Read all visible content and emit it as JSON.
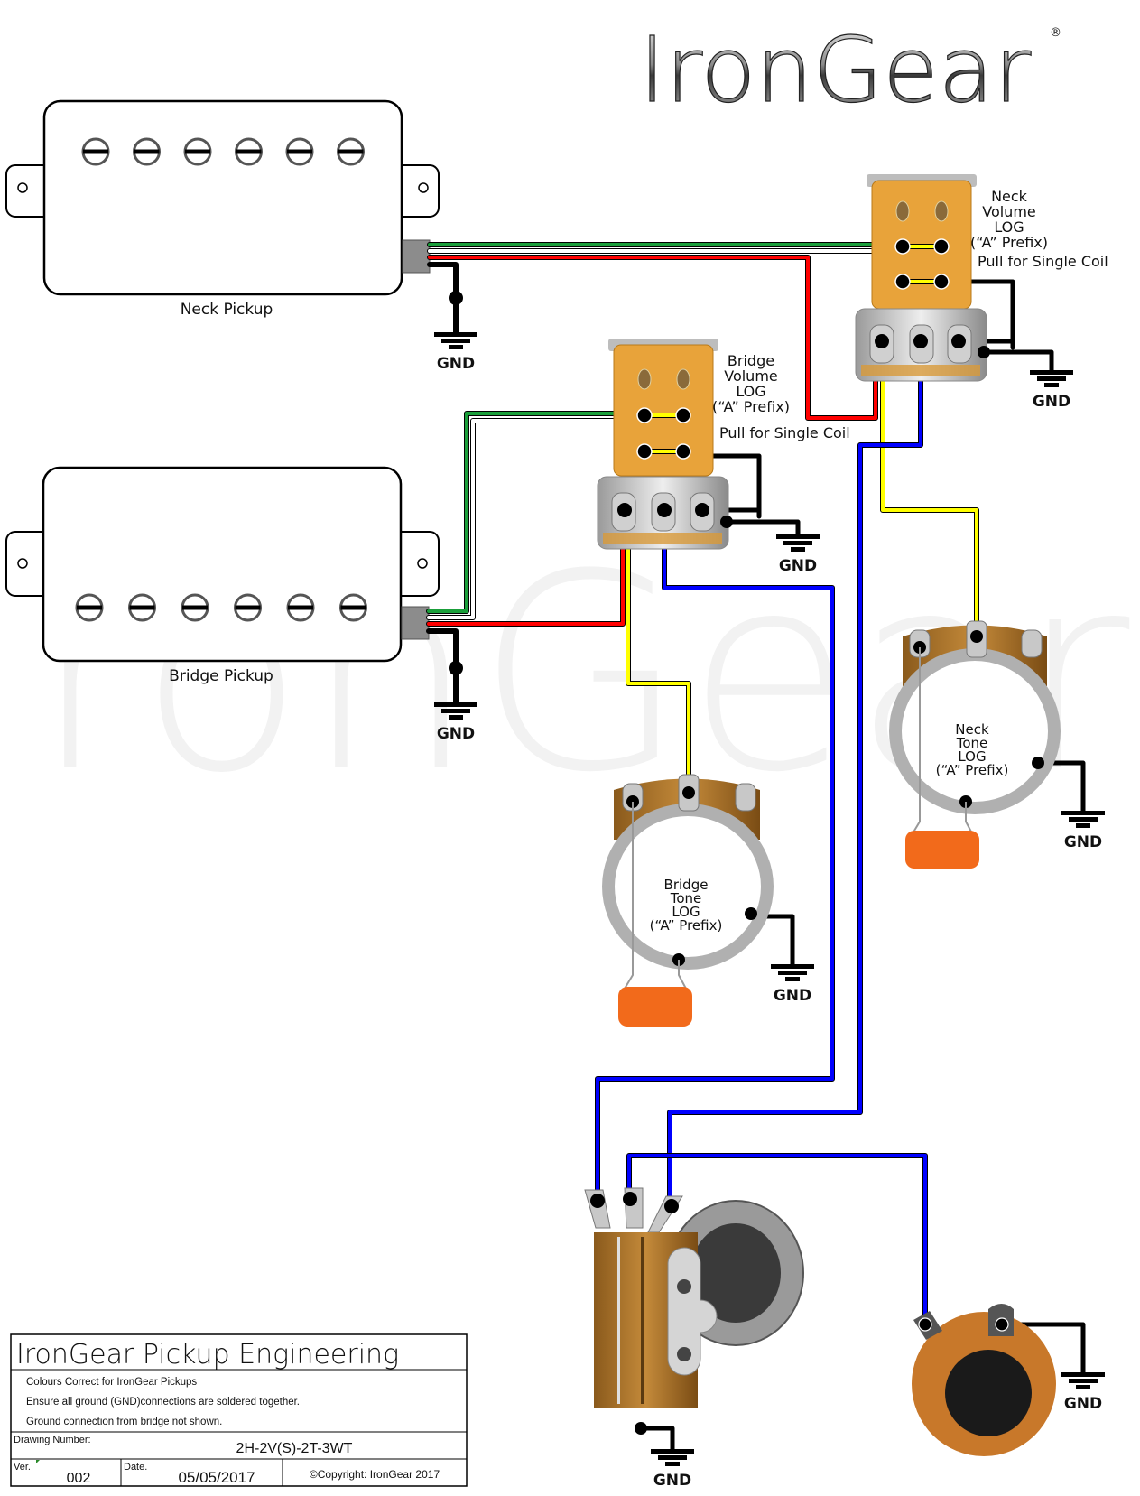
{
  "brand": {
    "logo_text": "IronGear",
    "registered_mark": "®",
    "watermark_text": "IronGear"
  },
  "colors": {
    "wire_green": "#1a9e3a",
    "wire_white": "#ffffff",
    "wire_red": "#ff0000",
    "wire_yellow": "#ffff00",
    "wire_blue": "#0000ff",
    "wire_black": "#000000",
    "pot_orange": "#e8a33a",
    "pot_metal": "#c9c9c9",
    "cap_orange": "#f26a1b",
    "pickup_connector": "#8c8c8c"
  },
  "pickups": [
    {
      "id": "neck",
      "label": "Neck Pickup",
      "pole_count": 6,
      "ground_label": "GND"
    },
    {
      "id": "bridge",
      "label": "Bridge Pickup",
      "pole_count": 6,
      "ground_label": "GND"
    }
  ],
  "pots": {
    "neck_volume": {
      "lines": [
        "Neck",
        "Volume",
        "LOG",
        "(“A” Prefix)"
      ],
      "note": "Pull for Single Coil",
      "ground_label": "GND"
    },
    "bridge_volume": {
      "lines": [
        "Bridge",
        "Volume",
        "LOG",
        "(“A” Prefix)"
      ],
      "note": "Pull for Single Coil",
      "ground_label": "GND"
    },
    "neck_tone": {
      "lines": [
        "Neck",
        "Tone",
        "LOG",
        "(“A” Prefix)"
      ],
      "ground_label": "GND"
    },
    "bridge_tone": {
      "lines": [
        "Bridge",
        "Tone",
        "LOG",
        "(“A” Prefix)"
      ],
      "ground_label": "GND"
    }
  },
  "switch": {
    "ground_label": "GND"
  },
  "jack": {
    "ground_label": "GND"
  },
  "title_block": {
    "heading": "IronGear Pickup Engineering",
    "notes": [
      "Colours Correct for IronGear Pickups",
      "Ensure all ground (GND)connections are soldered together.",
      "Ground connection from bridge not shown."
    ],
    "drawing_number_label": "Drawing Number:",
    "drawing_number": "2H-2V(S)-2T-3WT",
    "version_label": "Ver.",
    "version": "002",
    "date_label": "Date.",
    "date": "05/05/2017",
    "copyright": "©Copyright: IronGear 2017"
  }
}
